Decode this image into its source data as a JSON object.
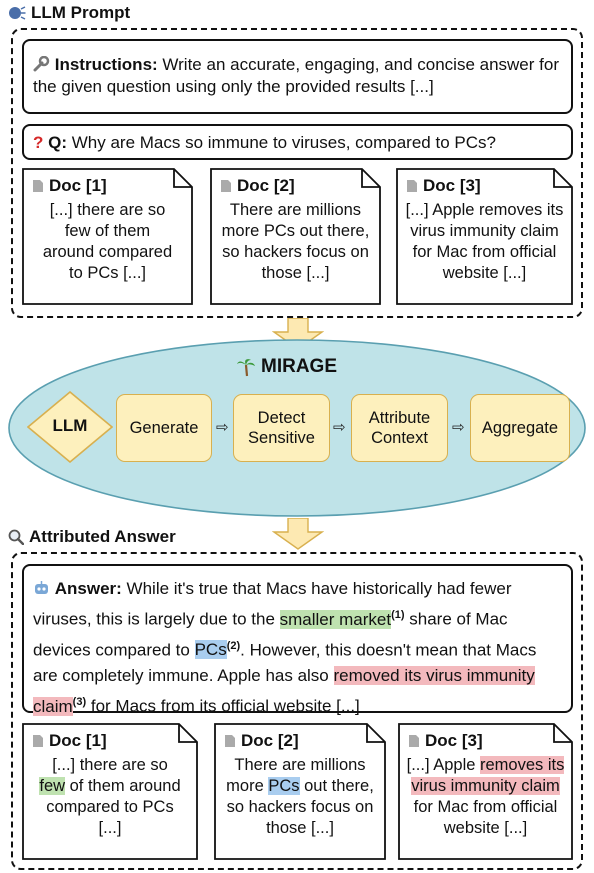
{
  "prompt_section": {
    "title": "LLM Prompt",
    "icon": "speaking-head-icon",
    "instructions_label": "Instructions:",
    "instructions_text": " Write an accurate, engaging, and concise answer for the given question using only the provided results [...]",
    "question_label": "Q:",
    "question_text": " Why are Macs so immune to viruses, compared to PCs?",
    "docs": [
      {
        "title": "Doc [1]",
        "text": "[...] there are so few of them around compared to PCs [...]"
      },
      {
        "title": "Doc [2]",
        "text": "There are millions more PCs out there, so hackers focus on those [...]"
      },
      {
        "title": "Doc [3]",
        "text": "[...] Apple removes its virus immunity claim for Mac from official website [...]"
      }
    ]
  },
  "mirage": {
    "title": "MIRAGE",
    "icon": "palm-tree-icon",
    "llm_label": "LLM",
    "stages": [
      "Generate",
      "Detect Sensitive",
      "Attribute Context",
      "Aggregate"
    ],
    "colors": {
      "ellipse": "#bfe3e8",
      "ellipse_border": "#5a9fb0",
      "stage_fill": "#fdf0bd",
      "stage_border": "#d8b04f",
      "arrow_fill": "#fde9b2"
    }
  },
  "answer_section": {
    "title": "Attributed Answer",
    "icon": "magnifier-icon",
    "answer_label": "Answer:",
    "answer_parts": {
      "p1": " While it's true that Macs have historically had fewer viruses, this is largely due to the ",
      "h1": "smaller market",
      "c1": "(1)",
      "p2": " share of Mac devices compared to ",
      "h2": "PCs",
      "c2": "(2)",
      "p3": ". However, this doesn't mean that Macs are completely immune. Apple has also ",
      "h3": "removed its virus immunity claim",
      "c3": "(3)",
      "p4": " for Macs from its official website [...]"
    },
    "docs": [
      {
        "title": "Doc [1]",
        "pre": "[...] there are so ",
        "hl": "few",
        "post": " of them around compared to PCs [...]"
      },
      {
        "title": "Doc [2]",
        "pre": "There are millions more ",
        "hl": "PCs",
        "post": " out there, so hackers focus on those [...]"
      },
      {
        "title": "Doc [3]",
        "pre": "[...] Apple ",
        "hl": "removes its virus immunity claim",
        "post": " for Mac from official website [...]"
      }
    ],
    "highlight_colors": {
      "green": "#bfe2b0",
      "blue": "#a9cdef",
      "red": "#f3b9bd"
    }
  }
}
